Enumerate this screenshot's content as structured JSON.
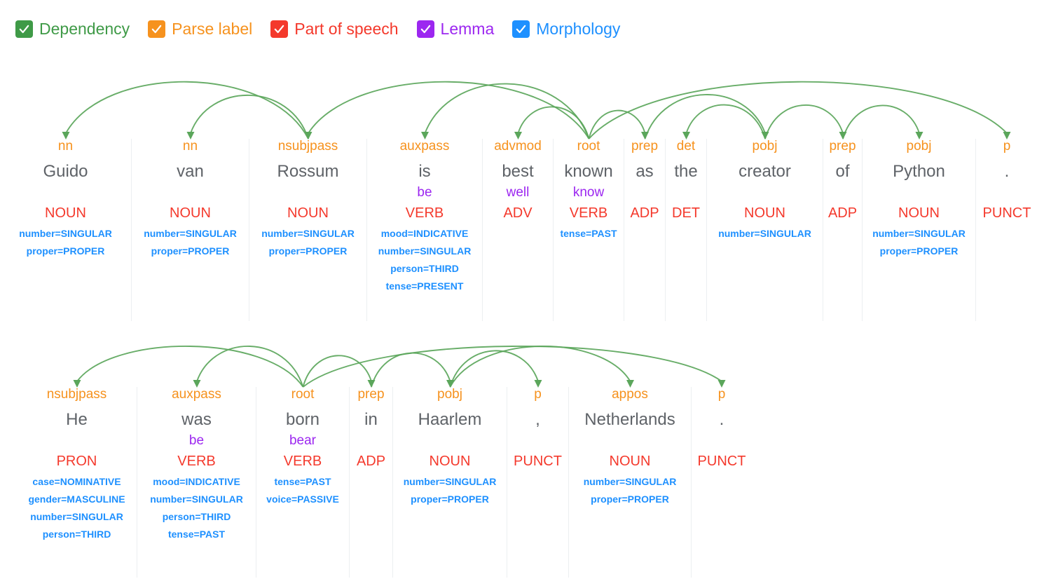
{
  "legend": {
    "items": [
      {
        "label": "Dependency",
        "color": "#3f9a47",
        "icon": "checkbox-checked-icon",
        "checked": true
      },
      {
        "label": "Parse label",
        "color": "#f6921e",
        "icon": "checkbox-checked-icon",
        "checked": true
      },
      {
        "label": "Part of speech",
        "color": "#f4392c",
        "icon": "checkbox-checked-icon",
        "checked": true
      },
      {
        "label": "Lemma",
        "color": "#9c27f0",
        "icon": "checkbox-checked-icon",
        "checked": true
      },
      {
        "label": "Morphology",
        "color": "#1e90ff",
        "icon": "checkbox-checked-icon",
        "checked": true
      }
    ]
  },
  "colors": {
    "dependency": "#5ba65b",
    "parse_label": "#f6921e",
    "part_of_speech": "#f4392c",
    "lemma": "#9c27f0",
    "morphology": "#1e90ff",
    "word": "#5f6368",
    "divider": "#eceff1"
  },
  "sentences": [
    {
      "id": "sentence-1",
      "text": "Guido van Rossum is best known as the creator of Python .",
      "tokens": [
        {
          "word": "Guido",
          "dep": "nn",
          "lemma": "",
          "pos": "NOUN",
          "morph": [
            "number=SINGULAR",
            "proper=PROPER"
          ]
        },
        {
          "word": "van",
          "dep": "nn",
          "lemma": "",
          "pos": "NOUN",
          "morph": [
            "number=SINGULAR",
            "proper=PROPER"
          ]
        },
        {
          "word": "Rossum",
          "dep": "nsubjpass",
          "lemma": "",
          "pos": "NOUN",
          "morph": [
            "number=SINGULAR",
            "proper=PROPER"
          ]
        },
        {
          "word": "is",
          "dep": "auxpass",
          "lemma": "be",
          "pos": "VERB",
          "morph": [
            "mood=INDICATIVE",
            "number=SINGULAR",
            "person=THIRD",
            "tense=PRESENT"
          ]
        },
        {
          "word": "best",
          "dep": "advmod",
          "lemma": "well",
          "pos": "ADV",
          "morph": []
        },
        {
          "word": "known",
          "dep": "root",
          "lemma": "know",
          "pos": "VERB",
          "morph": [
            "tense=PAST"
          ]
        },
        {
          "word": "as",
          "dep": "prep",
          "lemma": "",
          "pos": "ADP",
          "morph": []
        },
        {
          "word": "the",
          "dep": "det",
          "lemma": "",
          "pos": "DET",
          "morph": []
        },
        {
          "word": "creator",
          "dep": "pobj",
          "lemma": "",
          "pos": "NOUN",
          "morph": [
            "number=SINGULAR"
          ]
        },
        {
          "word": "of",
          "dep": "prep",
          "lemma": "",
          "pos": "ADP",
          "morph": []
        },
        {
          "word": "Python",
          "dep": "pobj",
          "lemma": "",
          "pos": "NOUN",
          "morph": [
            "number=SINGULAR",
            "proper=PROPER"
          ]
        },
        {
          "word": ".",
          "dep": "p",
          "lemma": "",
          "pos": "PUNCT",
          "morph": []
        }
      ],
      "arcs": [
        {
          "head": 2,
          "child": 0,
          "label": "nn"
        },
        {
          "head": 2,
          "child": 1,
          "label": "nn"
        },
        {
          "head": 5,
          "child": 2,
          "label": "nsubjpass"
        },
        {
          "head": 5,
          "child": 3,
          "label": "auxpass"
        },
        {
          "head": 5,
          "child": 4,
          "label": "advmod"
        },
        {
          "head": 5,
          "child": 6,
          "label": "prep"
        },
        {
          "head": 8,
          "child": 7,
          "label": "det"
        },
        {
          "head": 6,
          "child": 8,
          "label": "pobj"
        },
        {
          "head": 8,
          "child": 9,
          "label": "prep"
        },
        {
          "head": 9,
          "child": 10,
          "label": "pobj"
        },
        {
          "head": 5,
          "child": 11,
          "label": "p"
        }
      ]
    },
    {
      "id": "sentence-2",
      "text": "He was born in Haarlem , Netherlands .",
      "tokens": [
        {
          "word": "He",
          "dep": "nsubjpass",
          "lemma": "",
          "pos": "PRON",
          "morph": [
            "case=NOMINATIVE",
            "gender=MASCULINE",
            "number=SINGULAR",
            "person=THIRD"
          ]
        },
        {
          "word": "was",
          "dep": "auxpass",
          "lemma": "be",
          "pos": "VERB",
          "morph": [
            "mood=INDICATIVE",
            "number=SINGULAR",
            "person=THIRD",
            "tense=PAST"
          ]
        },
        {
          "word": "born",
          "dep": "root",
          "lemma": "bear",
          "pos": "VERB",
          "morph": [
            "tense=PAST",
            "voice=PASSIVE"
          ]
        },
        {
          "word": "in",
          "dep": "prep",
          "lemma": "",
          "pos": "ADP",
          "morph": []
        },
        {
          "word": "Haarlem",
          "dep": "pobj",
          "lemma": "",
          "pos": "NOUN",
          "morph": [
            "number=SINGULAR",
            "proper=PROPER"
          ]
        },
        {
          "word": ",",
          "dep": "p",
          "lemma": "",
          "pos": "PUNCT",
          "morph": []
        },
        {
          "word": "Netherlands",
          "dep": "appos",
          "lemma": "",
          "pos": "NOUN",
          "morph": [
            "number=SINGULAR",
            "proper=PROPER"
          ]
        },
        {
          "word": ".",
          "dep": "p",
          "lemma": "",
          "pos": "PUNCT",
          "morph": []
        }
      ],
      "arcs": [
        {
          "head": 2,
          "child": 0,
          "label": "nsubjpass"
        },
        {
          "head": 2,
          "child": 1,
          "label": "auxpass"
        },
        {
          "head": 2,
          "child": 3,
          "label": "prep"
        },
        {
          "head": 3,
          "child": 4,
          "label": "pobj"
        },
        {
          "head": 4,
          "child": 5,
          "label": "p"
        },
        {
          "head": 4,
          "child": 6,
          "label": "appos"
        },
        {
          "head": 2,
          "child": 7,
          "label": "p"
        }
      ]
    }
  ]
}
